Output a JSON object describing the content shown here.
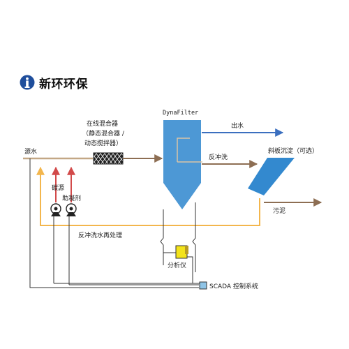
{
  "brand": {
    "name": "新环环保",
    "icon": "info-pillar-icon",
    "color": "#1f4e9c"
  },
  "labels": {
    "source_water": "源水",
    "carbon_source": "碳源",
    "coagulant": "助凝剂",
    "mixer_line1": "在线混合器",
    "mixer_line2": "（静态混合器 /",
    "mixer_line3": "动态搅拌器）",
    "dynafilter": "DynaFilter",
    "outlet_water": "出水",
    "backwash": "反冲洗",
    "inclined_settler": "斜板沉淀（可选）",
    "sludge": "污泥",
    "backwash_reuse": "反冲洗水再处理",
    "analyzer": "分析仪",
    "scada": "SCADA 控制系统"
  },
  "colors": {
    "water_line": "#c3a785",
    "orange_line": "#f3b64d",
    "outlet_arrow": "#3b6fbf",
    "filter_blue": "#4d98d5",
    "settler_blue": "#3389cf",
    "red_arrow": "#d24a4a",
    "analyzer_yellow": "#f3e31a",
    "scada_blue": "#8fc4e6",
    "mixer_dark": "#222222"
  }
}
